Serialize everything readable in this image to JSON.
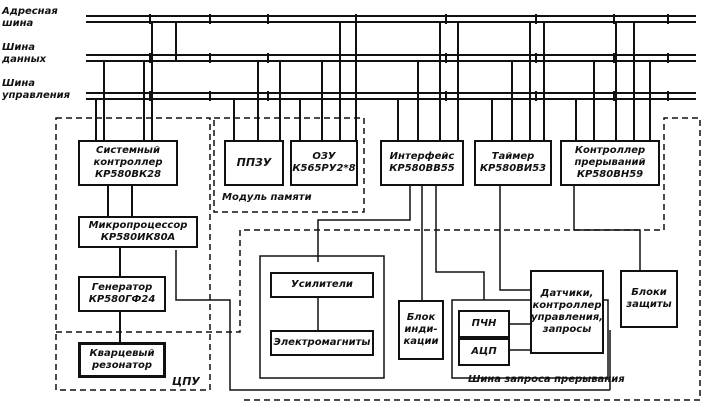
{
  "buses": {
    "address": [
      "Адресная",
      "шина"
    ],
    "data": [
      "Шина",
      "данных"
    ],
    "control": [
      "Шина",
      "управления"
    ]
  },
  "blocks": {
    "system_controller": [
      "Системный",
      "контроллер",
      "КР580ВК28"
    ],
    "microprocessor": [
      "Микропроцессор",
      "КР580ИК80А"
    ],
    "generator": [
      "Генератор",
      "КР580ГФ24"
    ],
    "quartz": [
      "Кварцевый",
      "резонатор"
    ],
    "ppzu": "ППЗУ",
    "ozu": [
      "ОЗУ",
      "К565РУ2*8"
    ],
    "interface": [
      "Интерфейс",
      "КР580ВВ55"
    ],
    "timer": [
      "Таймер",
      "КР580ВИ53"
    ],
    "interrupt_controller": [
      "Контроллер",
      "прерываний",
      "КР580ВН59"
    ],
    "amplifiers": "Усилители",
    "electromagnets": "Электромагниты",
    "indication": [
      "Блок",
      "инди-",
      "кации"
    ],
    "pchn": "ПЧН",
    "adc": "АЦП",
    "sensors": [
      "Датчики,",
      "контроллер",
      "управления,",
      "запросы"
    ],
    "protection": [
      "Блоки",
      "защиты"
    ]
  },
  "labels": {
    "memory_module": "Модуль памяти",
    "cpu": "ЦПУ",
    "interrupt_bus": "Шина запроса прерывания"
  }
}
